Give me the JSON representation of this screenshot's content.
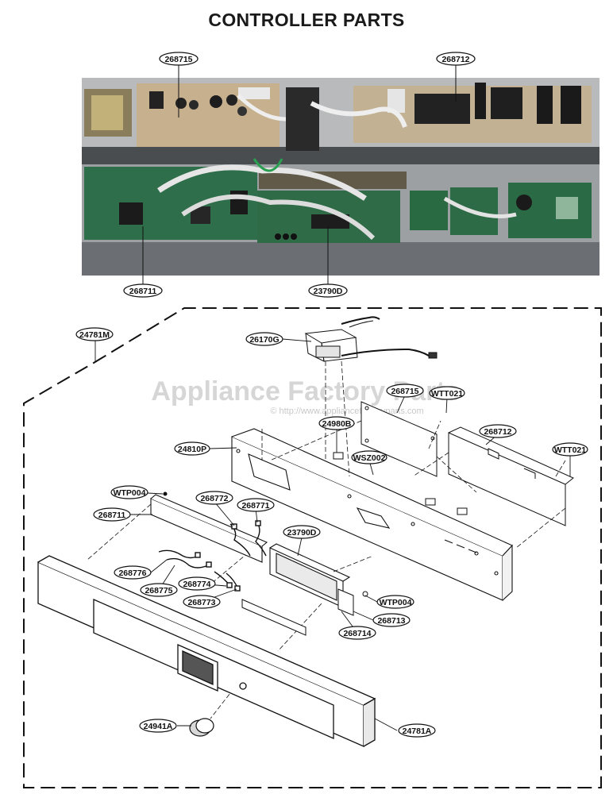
{
  "title": "CONTROLLER PARTS",
  "watermark": {
    "text": "Appliance Factory Parts",
    "url": "© http://www.appliancefactoryparts.com"
  },
  "photo_labels": {
    "p268715": "268715",
    "p268712": "268712",
    "p268711": "268711",
    "p23790D": "23790D"
  },
  "diagram_labels": {
    "d24781M": "24781M",
    "d26170G": "26170G",
    "d268715": "268715",
    "dWTT021a": "WTT021",
    "d24980B": "24980B",
    "d268712": "268712",
    "dWTT021b": "WTT021",
    "d24810P": "24810P",
    "dWSZ002": "WSZ002",
    "dWTP004a": "WTP004",
    "d268772": "268772",
    "d268771": "268771",
    "d268711": "268711",
    "d23790D": "23790D",
    "d268776": "268776",
    "d268774": "268774",
    "d268775": "268775",
    "d268773": "268773",
    "dWTP004b": "WTP004",
    "d268713": "268713",
    "d268714": "268714",
    "d24941A": "24941A",
    "d24781A": "24781A"
  }
}
